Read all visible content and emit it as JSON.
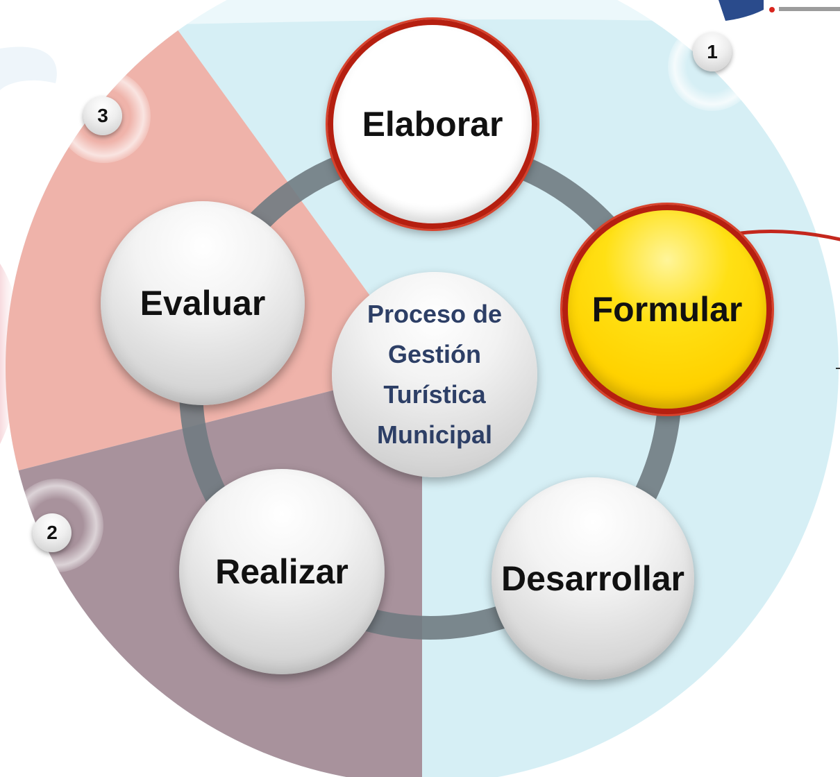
{
  "diagram": {
    "center_lines": [
      "Proceso de",
      "Gestión",
      "Turística",
      "Municipal"
    ],
    "nodes": [
      {
        "id": "elaborar",
        "label": "Elaborar",
        "style": "white-with-red-ring"
      },
      {
        "id": "formular",
        "label": "Formular",
        "style": "yellow-with-red-ring"
      },
      {
        "id": "desarrollar",
        "label": "Desarrollar",
        "style": "grey"
      },
      {
        "id": "realizar",
        "label": "Realizar",
        "style": "grey"
      },
      {
        "id": "evaluar",
        "label": "Evaluar",
        "style": "grey"
      }
    ],
    "badges": [
      "1",
      "2",
      "3"
    ],
    "colors": {
      "sector_1": "#d6eff5",
      "sector_2": "#a8929c",
      "sector_3": "#efb3aa",
      "ring": "#707b82",
      "highlight_ring": "#b51f10",
      "highlight_fill": "#ffd200",
      "center_text": "#2d3f66"
    }
  }
}
